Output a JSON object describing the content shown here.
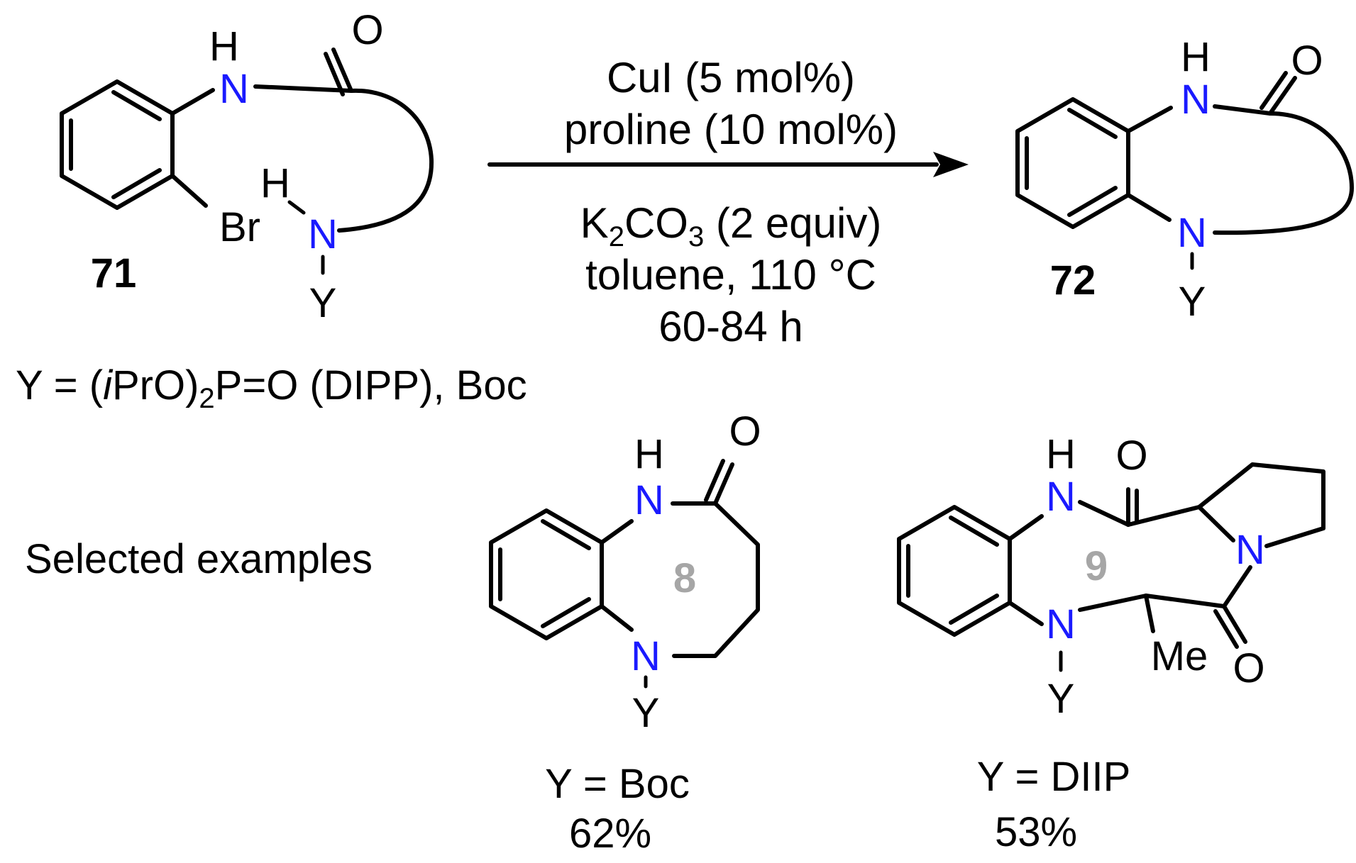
{
  "colors": {
    "nitrogen": "#1a1aff",
    "bond": "#000000",
    "ring_size": "#a6a6a6"
  },
  "atoms": {
    "N": "N",
    "H": "H",
    "O": "O",
    "Br": "Br",
    "Y": "Y",
    "Me": "Me"
  },
  "compounds": {
    "start": {
      "number": "71"
    },
    "product": {
      "number": "72"
    }
  },
  "conditions": {
    "above": [
      "CuI (5 mol%)",
      "proline (10 mol%)"
    ],
    "below_line1": {
      "a": "K",
      "sub": "2",
      "b": "CO",
      "sub2": "3",
      "c": " (2 equiv)"
    },
    "below": [
      "toluene, 110 °C",
      "60-84 h"
    ]
  },
  "y_definition": {
    "pre": "Y = (",
    "italic": "i",
    "mid": "PrO)",
    "sub": "2",
    "post": "P=O (DIPP), Boc"
  },
  "selected_label": "Selected examples",
  "examples": [
    {
      "ring_size": "8",
      "y_label": "Y = Boc",
      "yield": "62%"
    },
    {
      "ring_size": "9",
      "y_label": "Y = DIIP",
      "yield": "53%"
    }
  ]
}
